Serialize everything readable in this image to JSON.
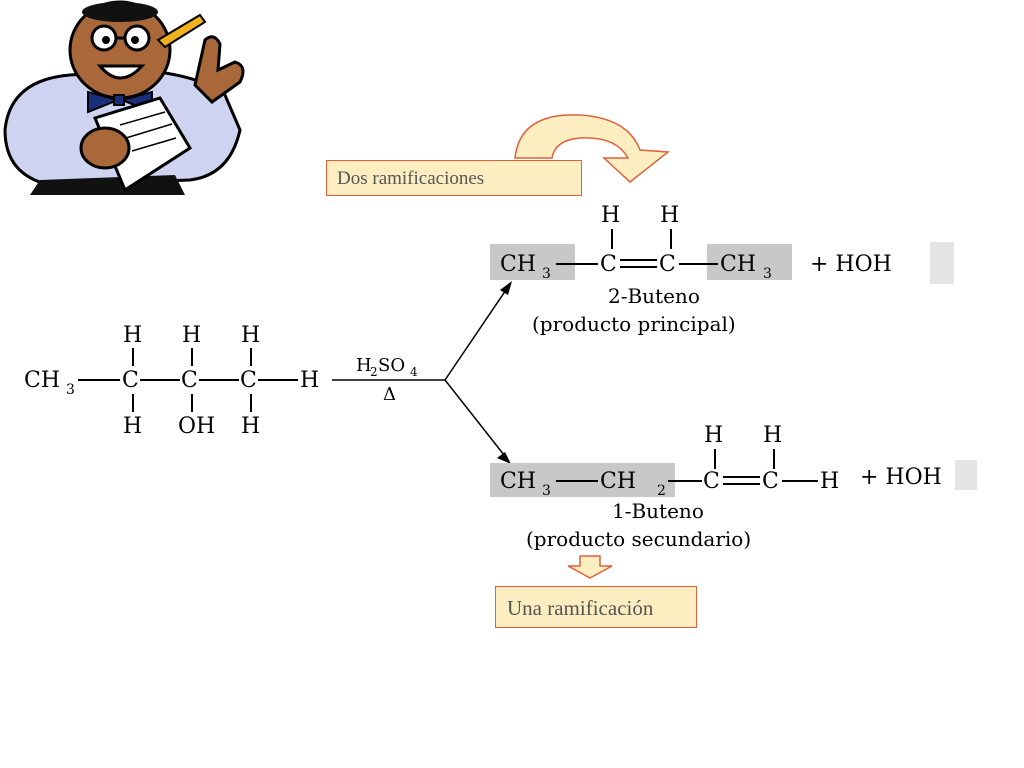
{
  "callouts": {
    "top": "Dos ramificaciones",
    "bottom": "Una ramificación"
  },
  "reactant": {
    "top_h": [
      "H",
      "H",
      "H"
    ],
    "main": [
      "CH",
      "3",
      "C",
      "C",
      "C",
      "H"
    ],
    "bottom": [
      "H",
      "OH",
      "H"
    ]
  },
  "conditions": {
    "catalyst": [
      "H",
      "2",
      "SO",
      "4"
    ],
    "heat": "Δ"
  },
  "product_main": {
    "top_h": [
      "H",
      "H"
    ],
    "formula": [
      "CH",
      "3",
      "C",
      "C",
      "CH",
      "3"
    ],
    "byproduct": "+ HOH",
    "name": "2-Buteno",
    "note": "(producto principal)"
  },
  "product_secondary": {
    "top_h": [
      "H",
      "H"
    ],
    "formula": [
      "CH",
      "3",
      "CH",
      "2",
      "C",
      "C",
      "H"
    ],
    "byproduct": "+ HOH",
    "name": "1-Buteno",
    "note": "(producto secundario)"
  },
  "colors": {
    "callout_fill": "#fdeec2",
    "callout_border": "#e0603a",
    "arrow_stroke": "#e0603a",
    "highlight": "#c8c8c8"
  },
  "icons": [
    "teacher-cartoon-icon",
    "curved-arrow-icon",
    "down-arrow-icon"
  ]
}
